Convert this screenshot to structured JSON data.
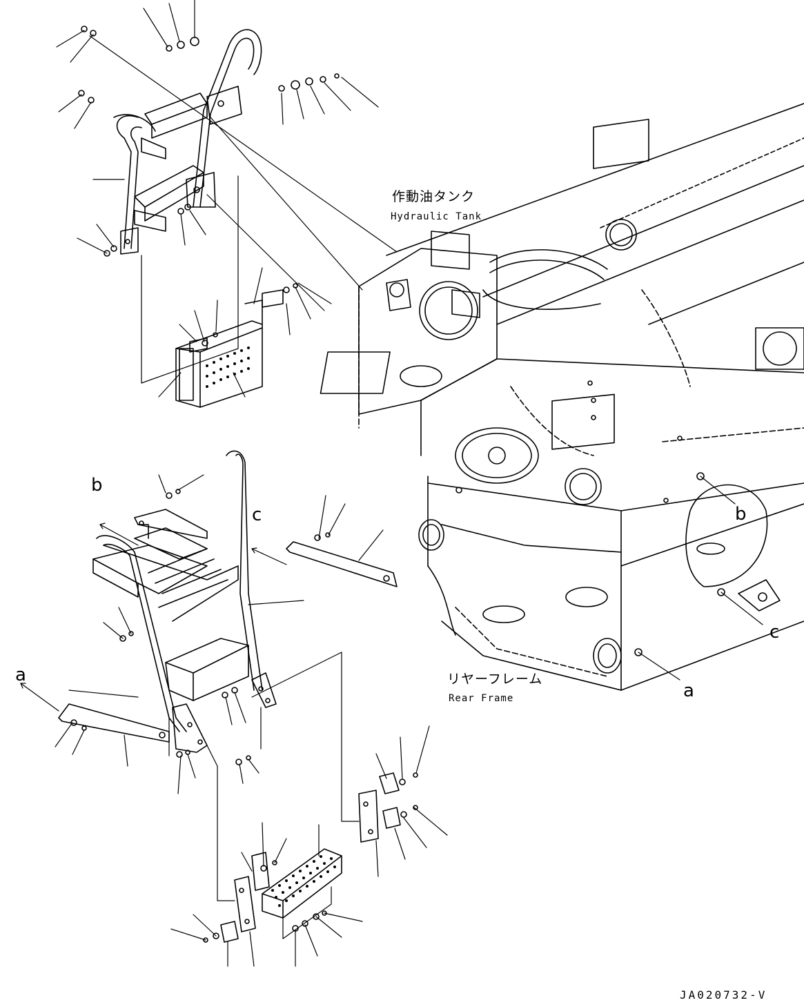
{
  "labels": {
    "hydraulic_tank_jp": "作動油タンク",
    "hydraulic_tank_en": "Hydraulic Tank",
    "rear_frame_jp": "リヤーフレーム",
    "rear_frame_en": "Rear Frame",
    "ref_a": "a",
    "ref_b": "b",
    "ref_c": "c",
    "drawing_code": "JA020732-V"
  }
}
